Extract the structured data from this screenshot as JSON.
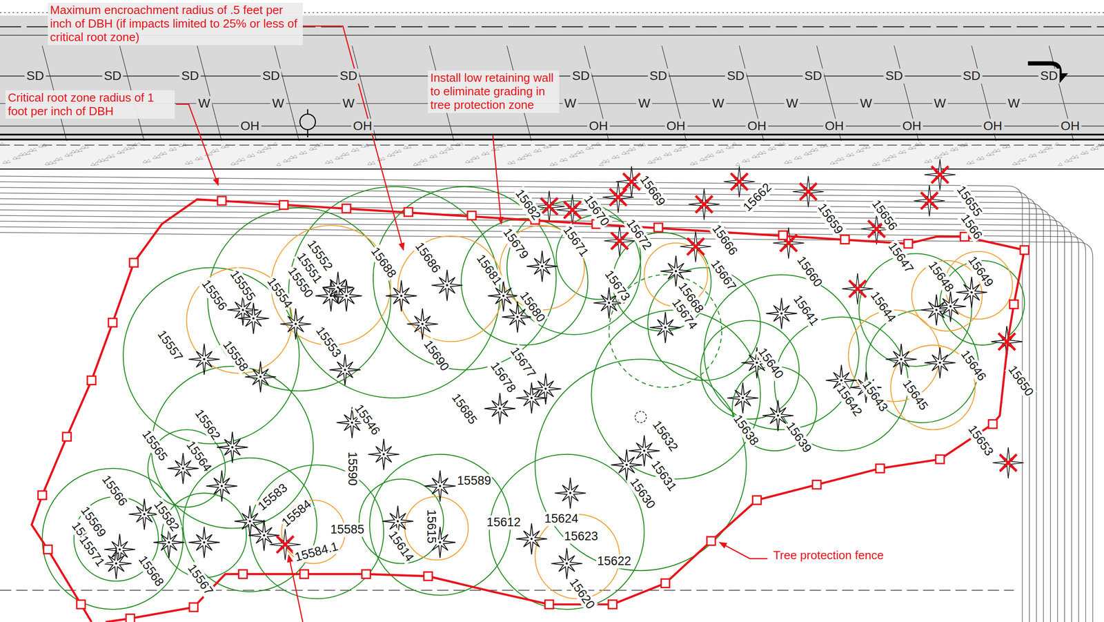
{
  "diagram": {
    "labels": [
      "Maximum encroachment radius of .5 feet per inch of DBH (if impacts limited to 25% or less of critical root zone)",
      "Critical root zone radius of 1 foot per inch of DBH",
      "Install low retaining wall to eliminate grading in tree protection zone",
      "Tree protection fence",
      "SD",
      "SD",
      "SD",
      "SD",
      "SD",
      "SD",
      "SD",
      "SD",
      "SD",
      "SD",
      "SD",
      "SD",
      "W",
      "W",
      "W",
      "W",
      "W",
      "W",
      "W",
      "W",
      "W",
      "W",
      "OH",
      "OH",
      "OH",
      "OH",
      "OH",
      "OH",
      "OH",
      "OH",
      "OH",
      "15555",
      "15556",
      "15554",
      "15550",
      "15551",
      "15552",
      "15688",
      "15686",
      "15682",
      "15670",
      "15671",
      "15679",
      "15681",
      "15680",
      "15673",
      "15672",
      "15669",
      "15662",
      "15666",
      "15667",
      "15668",
      "15674",
      "15660",
      "15659",
      "15656",
      "15655",
      "1566",
      "15641",
      "15644",
      "15647",
      "15648",
      "15649",
      "15646",
      "15650",
      "15645",
      "15643",
      "15642",
      "15640",
      "15638",
      "15639",
      "15653",
      "15632",
      "15631",
      "15630",
      "15677",
      "15678",
      "15685",
      "15690",
      "15553",
      "15557",
      "15558",
      "15546",
      "15590",
      "15562",
      "15565",
      "15564",
      "15566",
      "15582",
      "15569",
      "15570",
      "15571",
      "15568",
      "15567",
      "15583",
      "15584",
      "15585",
      "15584.1",
      "15589",
      "15615",
      "15614",
      "15612",
      "15624",
      "15623",
      "15622",
      "15620"
    ]
  }
}
